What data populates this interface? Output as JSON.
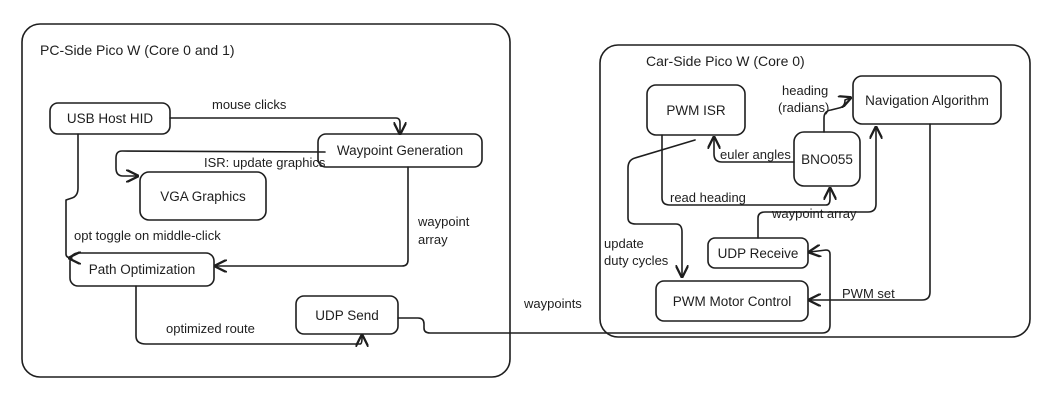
{
  "groups": {
    "pc": {
      "title": "PC-Side Pico W (Core 0 and 1)"
    },
    "car": {
      "title": "Car-Side Pico W (Core 0)"
    }
  },
  "nodes": {
    "usb_host_hid": "USB Host HID",
    "vga_graphics": "VGA Graphics",
    "waypoint_generation": "Waypoint Generation",
    "path_optimization": "Path Optimization",
    "udp_send": "UDP Send",
    "pwm_isr": "PWM ISR",
    "bno055": "BNO055",
    "navigation_algorithm": "Navigation Algorithm",
    "udp_receive": "UDP Receive",
    "pwm_motor_control": "PWM Motor Control"
  },
  "edges": {
    "mouse_clicks": "mouse clicks",
    "isr_update_graphics": "ISR: update graphics",
    "waypoint_array_pc_1": "waypoint",
    "waypoint_array_pc_2": "array",
    "opt_toggle": "opt toggle on middle-click",
    "optimized_route": "optimized route",
    "waypoints": "waypoints",
    "heading_1": "heading",
    "heading_2": "(radians)",
    "euler_angles": "euler angles",
    "read_heading": "read heading",
    "waypoint_array_car": "waypoint array",
    "update_duty_1": "update",
    "update_duty_2": "duty cycles",
    "pwm_set": "PWM set"
  }
}
